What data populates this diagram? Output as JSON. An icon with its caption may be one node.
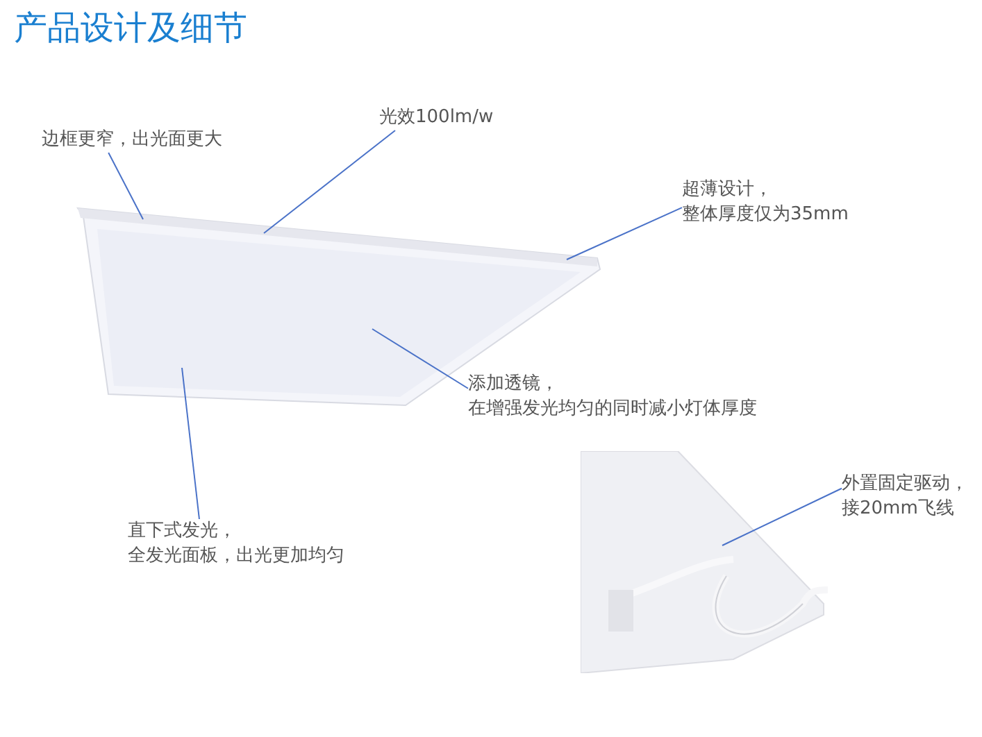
{
  "diagram": {
    "title": "产品设计及细节",
    "nodes": [
      {
        "text": [
          "边框更窄，出光面更大"
        ]
      },
      {
        "text": [
          "光效100lm/w"
        ]
      },
      {
        "text": [
          "超薄设计，整体厚度仅为35mm"
        ]
      },
      {
        "text": [
          "添加透镜，在增强发光均匀的同时减小灯体厚度"
        ]
      },
      {
        "text": [
          "直下式发光，全发光面板，出光更加均匀"
        ]
      },
      {
        "text": [
          "外置固定驱动，接20mm飞线"
        ]
      },
      {
        "text": [],
        "shape": "picture"
      },
      {
        "text": [],
        "shape": "picture"
      }
    ],
    "edges": [
      {
        "from": 0,
        "to": 6,
        "arrow": "none"
      },
      {
        "from": 1,
        "to": 6,
        "arrow": "none"
      },
      {
        "from": 2,
        "to": 6,
        "arrow": "none"
      },
      {
        "from": 3,
        "to": 6,
        "arrow": "none"
      },
      {
        "from": 4,
        "to": 6,
        "arrow": "none"
      },
      {
        "from": 5,
        "to": 7,
        "arrow": "none"
      }
    ]
  }
}
